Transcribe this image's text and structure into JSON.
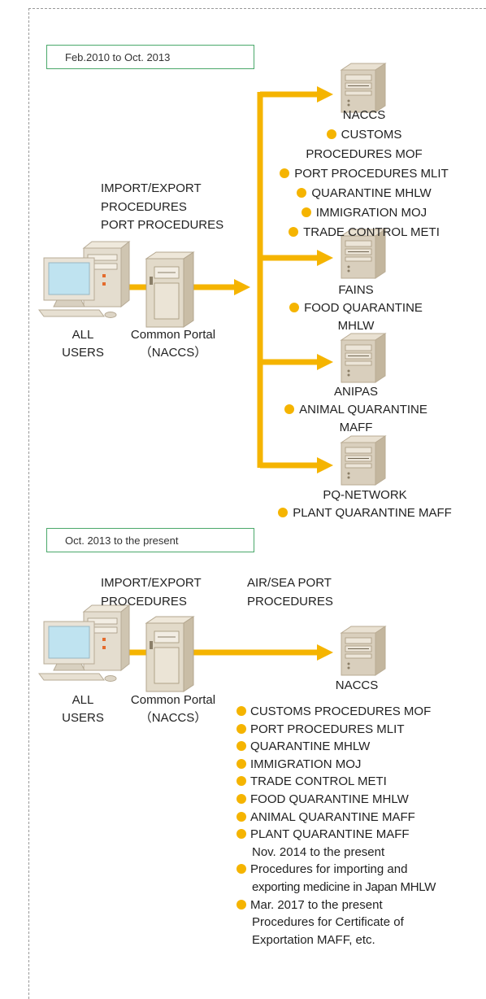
{
  "period1": {
    "label": "Feb.2010 to Oct. 2013",
    "left_label": [
      "IMPORT/EXPORT",
      "PROCEDURES",
      "PORT PROCEDURES"
    ],
    "users_label": [
      "ALL",
      "USERS"
    ],
    "portal_label": [
      "Common Portal",
      "（NACCS）"
    ],
    "systems": [
      {
        "name": "NACCS",
        "items": [
          [
            "CUSTOMS",
            "PROCEDURES MOF"
          ],
          [
            "PORT PROCEDURES MLIT"
          ],
          [
            "QUARANTINE MHLW"
          ],
          [
            "IMMIGRATION MOJ"
          ],
          [
            "TRADE CONTROL METI"
          ]
        ]
      },
      {
        "name": "FAINS",
        "items": [
          [
            "FOOD QUARANTINE",
            "MHLW"
          ]
        ]
      },
      {
        "name": "ANIPAS",
        "items": [
          [
            "ANIMAL QUARANTINE",
            "MAFF"
          ]
        ]
      },
      {
        "name": "PQ-NETWORK",
        "items": [
          [
            "PLANT QUARANTINE MAFF"
          ]
        ]
      }
    ]
  },
  "period2": {
    "label": "Oct. 2013 to the present",
    "left_label": [
      "IMPORT/EXPORT",
      "PROCEDURES"
    ],
    "right_label": [
      "AIR/SEA PORT",
      "PROCEDURES"
    ],
    "users_label": [
      "ALL",
      "USERS"
    ],
    "portal_label": [
      "Common Portal",
      "（NACCS）"
    ],
    "system_name": "NACCS",
    "items": [
      [
        "CUSTOMS PROCEDURES MOF"
      ],
      [
        "PORT PROCEDURES MLIT"
      ],
      [
        "QUARANTINE MHLW"
      ],
      [
        "IMMIGRATION MOJ"
      ],
      [
        "TRADE CONTROL METI"
      ],
      [
        "FOOD QUARANTINE MHLW"
      ],
      [
        "ANIMAL QUARANTINE MAFF"
      ],
      [
        "PLANT QUARANTINE MAFF",
        "Nov. 2014 to the present"
      ],
      [
        "Procedures for importing and",
        "exporting medicine in Japan MHLW"
      ],
      [
        "Mar. 2017 to the present",
        "Procedures for Certificate of",
        "Exportation MAFF, etc."
      ]
    ]
  },
  "colors": {
    "accent": "#f5b400",
    "period_border": "#4aa86a",
    "dashed_border": "#9a9a9a"
  }
}
